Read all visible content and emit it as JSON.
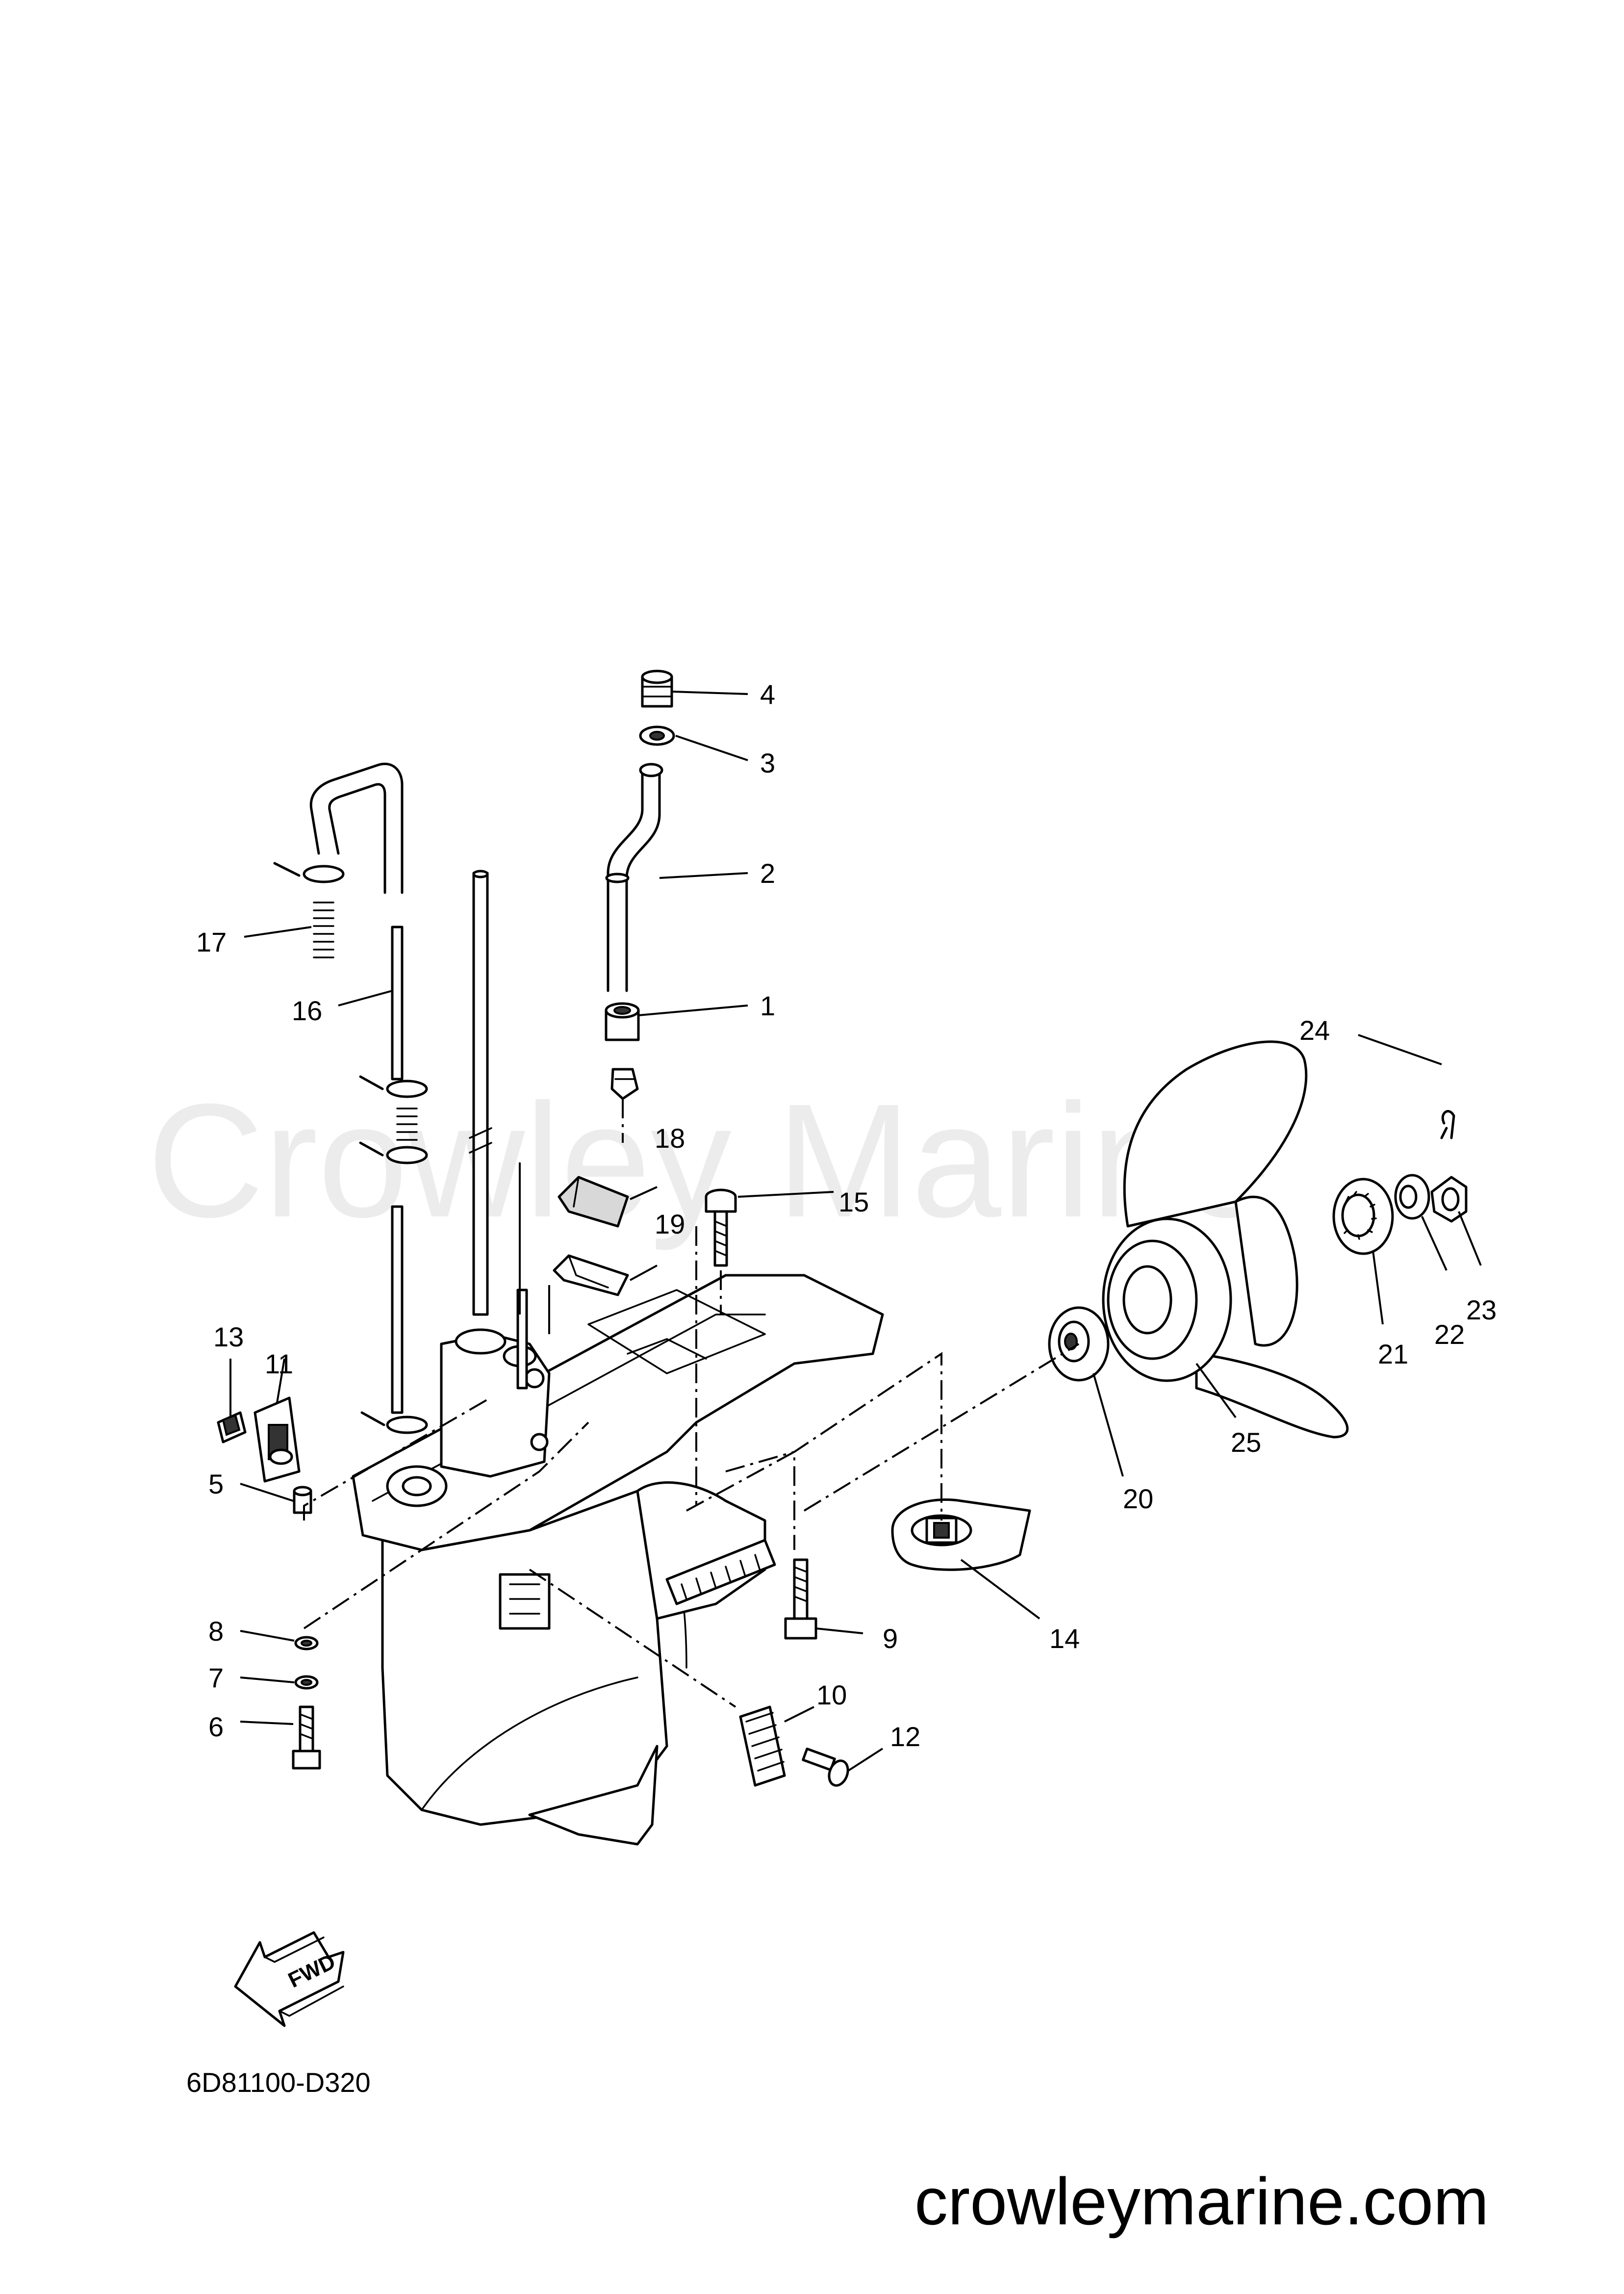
{
  "watermark": "Crowley Marine",
  "diagram_code": "6D81100-D320",
  "site_url": "crowleymarine.com",
  "fwd_label": "FWD",
  "part_labels": {
    "p1": "1",
    "p2": "2",
    "p3": "3",
    "p4": "4",
    "p5": "5",
    "p6": "6",
    "p7": "7",
    "p8": "8",
    "p9": "9",
    "p10": "10",
    "p11": "11",
    "p12": "12",
    "p13": "13",
    "p14": "14",
    "p15": "15",
    "p16": "16",
    "p17": "17",
    "p18": "18",
    "p19": "19",
    "p20": "20",
    "p21": "21",
    "p22": "22",
    "p23": "23",
    "p24": "24",
    "p25": "25"
  }
}
